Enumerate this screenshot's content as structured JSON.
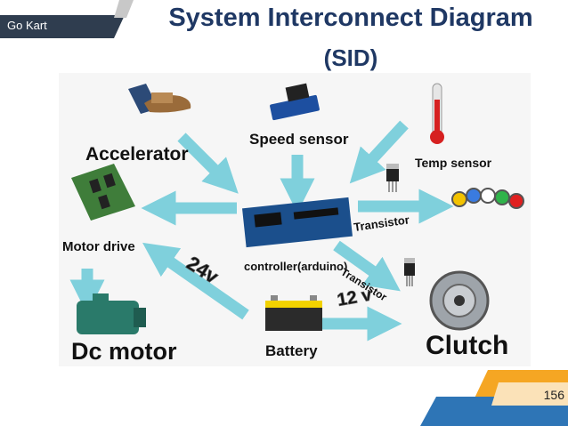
{
  "header": {
    "tag": "Go Kart",
    "title": "System Interconnect Diagram",
    "subtitle": "(SID)"
  },
  "diagram": {
    "nodes": {
      "accelerator": "Accelerator",
      "speed_sensor": "Speed sensor",
      "temp_sensor": "Temp sensor",
      "motor_drive": "Motor drive",
      "controller": "controller(arduino)",
      "dc_motor": "Dc motor",
      "battery": "Battery",
      "clutch": "Clutch"
    },
    "arrow_labels": {
      "transistor_1": "Transistor",
      "transistor_2": "Transistor",
      "voltage_24": "24v",
      "voltage_12": "12 v"
    }
  },
  "footer": {
    "page_number": "156"
  },
  "colors": {
    "tag_bg": "#2f3d4f",
    "title": "#1f3864",
    "arrow": "#7fd0dc",
    "arrow_stroke": "#5ab6c4",
    "accent_orange": "#f5a623",
    "accent_blue": "#2e75b6"
  }
}
